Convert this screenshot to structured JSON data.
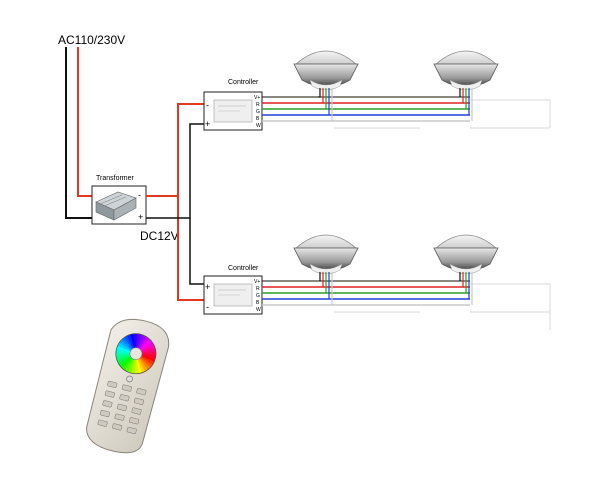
{
  "power": {
    "ac_label": "AC110/230V",
    "dc_label": "DC12V"
  },
  "transformer": {
    "label": "Transformer",
    "minus": "-",
    "plus": "+"
  },
  "controllers": [
    {
      "label": "Controller",
      "in_top": "-",
      "in_bottom": "+",
      "outputs": [
        "V+",
        "R",
        "G",
        "B",
        "W"
      ]
    },
    {
      "label": "Controller",
      "in_top": "+",
      "in_bottom": "-",
      "outputs": [
        "V+",
        "R",
        "G",
        "B",
        "W"
      ]
    }
  ],
  "wire_colors": {
    "power_red": "#e03a1e",
    "power_black": "#111111",
    "v_plus": "#111111",
    "r": "#e02020",
    "g": "#2aa02a",
    "b": "#2040e0",
    "w": "#c8c8c8"
  },
  "remote": {
    "wheel_colors": [
      "#ff0000",
      "#ffff00",
      "#00ff00",
      "#00ffff",
      "#0000ff",
      "#ff00ff",
      "#ff0000"
    ]
  }
}
